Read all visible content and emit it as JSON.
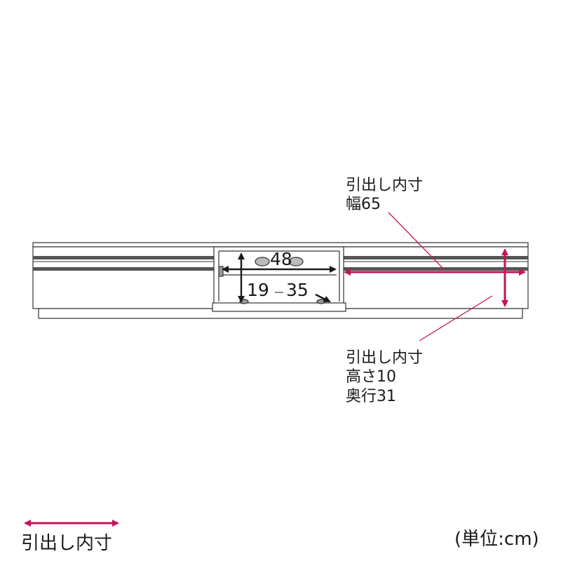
{
  "callouts": {
    "width": {
      "title": "引出し内寸",
      "line1": "幅65"
    },
    "height_depth": {
      "title": "引出し内寸",
      "line1": "高さ10",
      "line2": "奥行31"
    }
  },
  "dimensions": {
    "open_width": "48",
    "open_height": "19",
    "open_depth": "35"
  },
  "legend": {
    "label": "引出し内寸"
  },
  "unit_note": "(単位:cm)",
  "colors": {
    "outline": "#333333",
    "accent_arrow": "#c4145a",
    "dimension_arrow": "#1a1a1a",
    "background": "#ffffff",
    "stripe": "#555555"
  }
}
